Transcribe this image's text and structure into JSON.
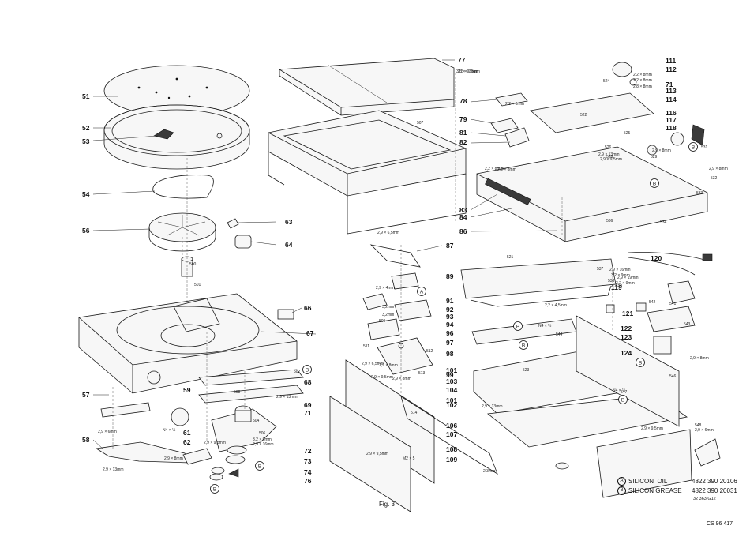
{
  "callouts_left": [
    "51",
    "52",
    "53",
    "54",
    "56",
    "57",
    "58",
    "59",
    "61",
    "62",
    "63",
    "64",
    "66",
    "67",
    "68",
    "69",
    "71",
    "72",
    "73",
    "74",
    "76"
  ],
  "callouts_center": [
    "77",
    "78",
    "79",
    "81",
    "82",
    "83",
    "84",
    "86",
    "87",
    "89",
    "91",
    "92",
    "93",
    "94",
    "96",
    "97",
    "98",
    "99",
    "101",
    "102",
    "103",
    "104",
    "106",
    "107",
    "108",
    "109"
  ],
  "callouts_right": [
    "111",
    "112",
    "113",
    "114",
    "116",
    "117",
    "118",
    "119",
    "120",
    "121",
    "122",
    "123",
    "124"
  ],
  "repeat_callouts": {
    "c71": "71",
    "c101": "101"
  },
  "small_labels": {
    "s500": "500",
    "s501": "501",
    "s502": "502",
    "s503": "503",
    "s504": "504",
    "s506": "506",
    "s507": "507",
    "s509": "509",
    "s511": "511",
    "s512": "512",
    "s513": "513",
    "s514": "514",
    "s521": "521",
    "s522": "522",
    "s523": "523",
    "s524": "524",
    "s525": "525",
    "s526": "526",
    "s528": "528",
    "s529": "529",
    "s531": "531",
    "s532": "532",
    "s533": "533",
    "s534": "534",
    "s536": "536",
    "s537": "537",
    "s538": "538",
    "s539": "539",
    "s541": "541",
    "s542": "542",
    "s543": "543",
    "s544": "544",
    "s546": "546",
    "s547": "547",
    "s548": "548"
  },
  "screw_labels": {
    "l1": "3,5 × 6,5mm",
    "l2": "2,2 × 8mm",
    "l3": "2,2 × 8mm",
    "l4": "2,8 × 8mm",
    "l5": "2,2 × 8mm",
    "l6": "2,9 × 8mm",
    "l7": "2,9 × 13mm",
    "l8": "2,9 × 9,5mm",
    "l9": "2,9 × 8mm",
    "l10": "2,9 × 8mm",
    "l11": "2,9 × 6,5mm",
    "l12": "2,9 × 16mm",
    "l13": "3,2 × 9mm",
    "l14": "2,9 × 19mm",
    "l15": "3,2 × 9mm",
    "l16": "2,2 × 4,5mm",
    "l17": "2,9 × 4mm",
    "l18": "3,2mm",
    "l19": "3,2mm",
    "l20": "N4 × ½",
    "l21": "N4 × ½",
    "l22": "2,9 × 6,5mm",
    "l23": "2,9 × 9,5mm",
    "l24": "2,9 × 8mm",
    "l25": "2,9 × 16mm",
    "l26": "3,2 × 9mm",
    "l27": "2,9 × 8mm",
    "l28": "2,9 × 9,5mm",
    "l29": "2,3mm",
    "l30": "2,9 × 13mm",
    "l31": "N4 × ½",
    "l32": "2,9 × 8mm",
    "l33": "2,9 × 9,5mm",
    "l34": "M2 × 5",
    "l35": "2,9 × 13mm",
    "l36": "2,9 × 6mm",
    "l37": "2,9 × 8mm",
    "l38": "2,9 × 9,5mm",
    "l39": "2,9 × 6mm",
    "l40": "2,9 × 13mm",
    "l41": "3,5 × 6,5mm",
    "l42": "2,2 × 8mm"
  },
  "badges": {
    "a": "A",
    "b": "B"
  },
  "legend": [
    {
      "badge": "A",
      "name": "SILICON  OIL",
      "code": "4822 390 20106"
    },
    {
      "badge": "B",
      "name": "SILICON GREASE",
      "code": "4822 390 20031"
    }
  ],
  "ref_code": "32  363 G12",
  "figure_caption": "Fig. 3",
  "doc_id": "CS 96 417"
}
